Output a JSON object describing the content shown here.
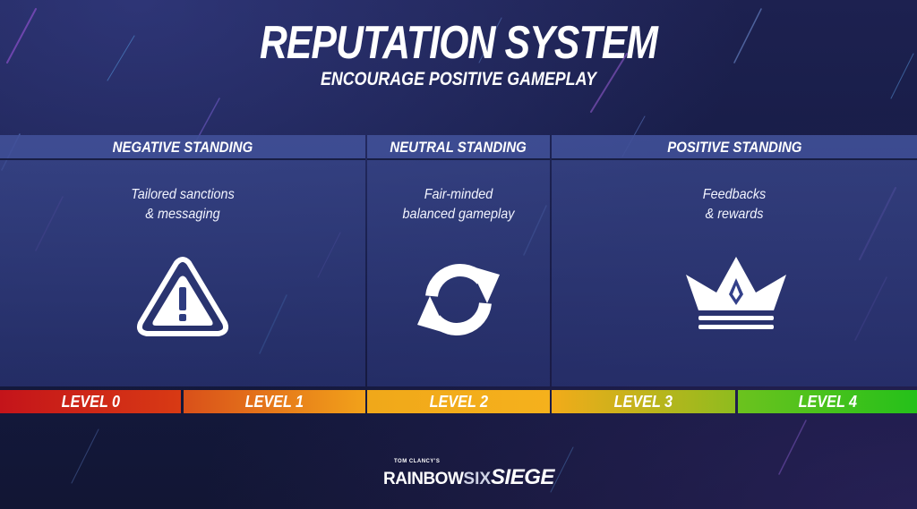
{
  "header": {
    "title": "REPUTATION SYSTEM",
    "subtitle": "ENCOURAGE POSITIVE GAMEPLAY"
  },
  "columns": [
    {
      "heading": "NEGATIVE STANDING",
      "desc_line1": "Tailored sanctions",
      "desc_line2": "& messaging",
      "icon": "warning-triangle-icon"
    },
    {
      "heading": "NEUTRAL STANDING",
      "desc_line1": "Fair-minded",
      "desc_line2": "balanced gameplay",
      "icon": "refresh-cycle-icon"
    },
    {
      "heading": "POSITIVE STANDING",
      "desc_line1": "Feedbacks",
      "desc_line2": "& rewards",
      "icon": "crown-icon"
    }
  ],
  "levels": [
    {
      "label": "LEVEL 0",
      "colors": [
        "#c4141a",
        "#d83a14"
      ]
    },
    {
      "label": "LEVEL 1",
      "colors": [
        "#d9501a",
        "#f2a21a"
      ]
    },
    {
      "label": "LEVEL 2",
      "colors": [
        "#f0a81a",
        "#f5b11c"
      ]
    },
    {
      "label": "LEVEL 3",
      "colors": [
        "#f2ab1a",
        "#8fbc1e"
      ]
    },
    {
      "label": "LEVEL 4",
      "colors": [
        "#6cc21e",
        "#24c11a"
      ]
    }
  ],
  "logo": {
    "small": "TOM CLANCY'S",
    "rainbow": "RAINBOW",
    "six": "SIX",
    "siege": "SIEGE"
  }
}
